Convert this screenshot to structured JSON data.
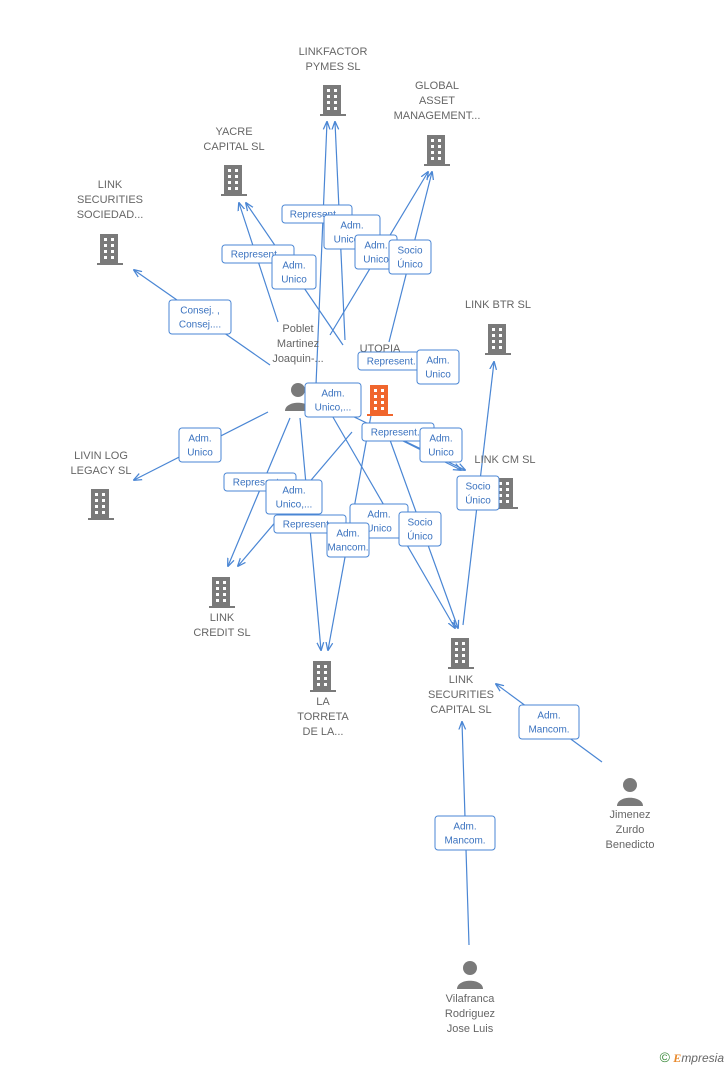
{
  "colors": {
    "edge": "#4a86d4",
    "company": "#7a7a7a",
    "focus": "#f0662d",
    "person": "#7a7a7a"
  },
  "nodes": [
    {
      "id": "utopia",
      "kind": "company-focus",
      "lines": [
        "UTOPIA",
        "CA..."
      ]
    },
    {
      "id": "poblet",
      "kind": "person",
      "lines": [
        "Poblet",
        "Martinez",
        "Joaquin-..."
      ]
    },
    {
      "id": "linkfactor",
      "kind": "company",
      "lines": [
        "LINKFACTOR",
        "PYMES  SL"
      ]
    },
    {
      "id": "global",
      "kind": "company",
      "lines": [
        "GLOBAL",
        "ASSET",
        "MANAGEMENT..."
      ]
    },
    {
      "id": "yacre",
      "kind": "company",
      "lines": [
        "YACRE",
        "CAPITAL  SL"
      ]
    },
    {
      "id": "linksoc",
      "kind": "company",
      "lines": [
        "LINK",
        "SECURITIES",
        "SOCIEDAD..."
      ]
    },
    {
      "id": "linkbtr",
      "kind": "company",
      "lines": [
        "LINK BTR  SL"
      ]
    },
    {
      "id": "linkcm",
      "kind": "company",
      "lines": [
        "LINK CM  SL"
      ]
    },
    {
      "id": "livin",
      "kind": "company",
      "lines": [
        "LIVIN LOG",
        "LEGACY  SL"
      ]
    },
    {
      "id": "linkcredit",
      "kind": "company",
      "lines": [
        "LINK",
        "CREDIT  SL"
      ]
    },
    {
      "id": "torreta",
      "kind": "company",
      "lines": [
        "LA",
        "TORRETA",
        "DE LA..."
      ]
    },
    {
      "id": "linkcap",
      "kind": "company",
      "lines": [
        "LINK",
        "SECURITIES",
        "CAPITAL  SL"
      ]
    },
    {
      "id": "jimenez",
      "kind": "person",
      "lines": [
        "Jimenez",
        "Zurdo",
        "Benedicto"
      ]
    },
    {
      "id": "vilafranca",
      "kind": "person",
      "lines": [
        "Vilafranca",
        "Rodriguez",
        "Jose Luis"
      ]
    }
  ],
  "edge_labels": [
    {
      "id": "e1",
      "lines": [
        "Represent..."
      ]
    },
    {
      "id": "e2",
      "lines": [
        "Adm.",
        "Unico,..."
      ]
    },
    {
      "id": "e3",
      "lines": [
        "Adm.",
        "Unico"
      ]
    },
    {
      "id": "e4",
      "lines": [
        "Socio",
        "Único"
      ]
    },
    {
      "id": "e5",
      "lines": [
        "Represent..."
      ]
    },
    {
      "id": "e6",
      "lines": [
        "Adm.",
        "Unico"
      ]
    },
    {
      "id": "e7",
      "lines": [
        "Consej. ,",
        "Consej...."
      ]
    },
    {
      "id": "e8",
      "lines": [
        "Represent..."
      ]
    },
    {
      "id": "e9",
      "lines": [
        "Adm.",
        "Unico"
      ]
    },
    {
      "id": "e10",
      "lines": [
        "Adm.",
        "Unico,..."
      ]
    },
    {
      "id": "e11",
      "lines": [
        "Represent..."
      ]
    },
    {
      "id": "e12",
      "lines": [
        "Adm.",
        "Unico"
      ]
    },
    {
      "id": "e13",
      "lines": [
        "Adm.",
        "Unico"
      ]
    },
    {
      "id": "e14",
      "lines": [
        "Socio",
        "Único"
      ]
    },
    {
      "id": "e15",
      "lines": [
        "Represent..."
      ]
    },
    {
      "id": "e16",
      "lines": [
        "Adm.",
        "Unico,..."
      ]
    },
    {
      "id": "e17",
      "lines": [
        "Represent..."
      ]
    },
    {
      "id": "e18",
      "lines": [
        "Adm.",
        "Unico"
      ]
    },
    {
      "id": "e19",
      "lines": [
        "Adm.",
        "Mancom."
      ]
    },
    {
      "id": "e20",
      "lines": [
        "Socio",
        "Único"
      ]
    },
    {
      "id": "e21",
      "lines": [
        "Adm.",
        "Mancom."
      ]
    },
    {
      "id": "e22",
      "lines": [
        "Adm.",
        "Mancom."
      ]
    }
  ],
  "brand": {
    "symbol": "©",
    "first": "E",
    "rest": "mpresia"
  }
}
